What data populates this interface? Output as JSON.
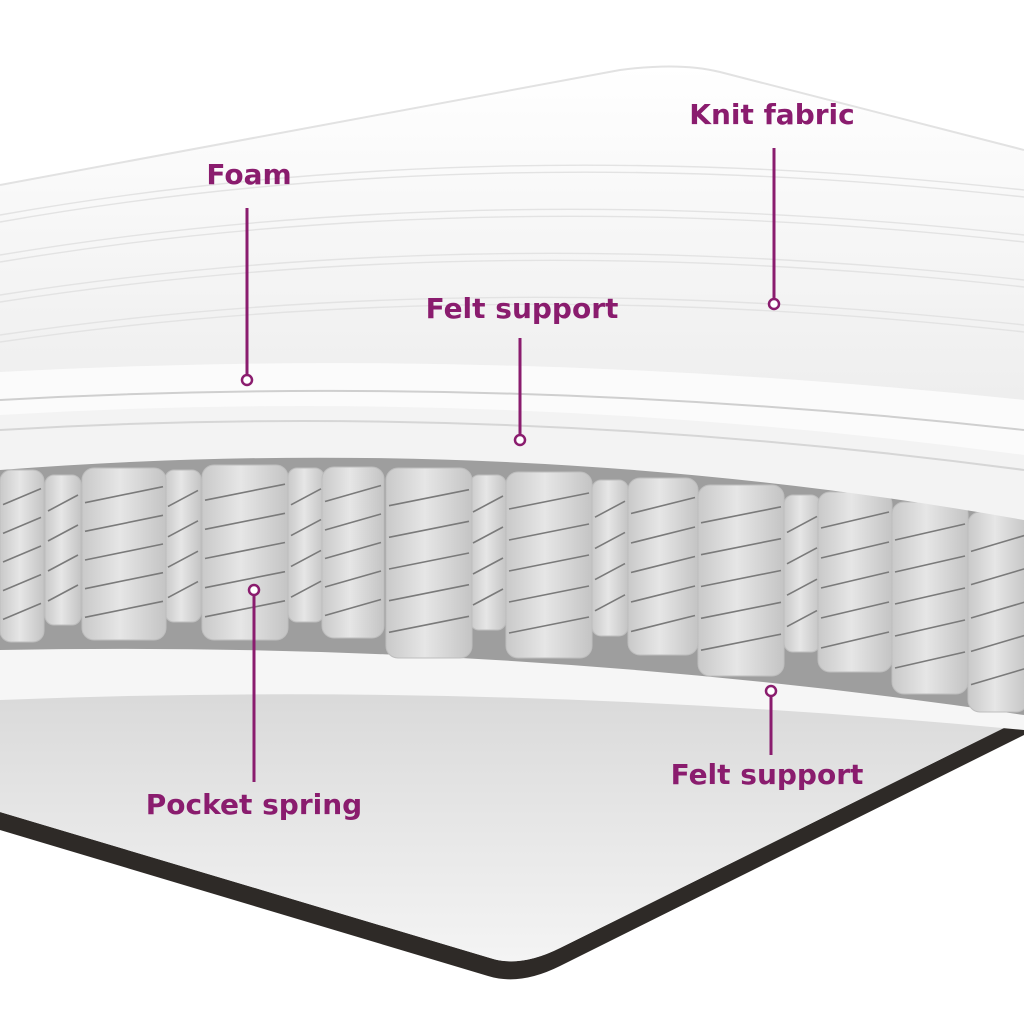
{
  "colors": {
    "accent": "#8a1c6e",
    "background": "#ffffff",
    "fabric": "#f1f1f1",
    "spring": "#dcdcdc",
    "spring_line": "#7a7a7a",
    "base_edge": "#2e2a27"
  },
  "callouts": {
    "knit_fabric": "Knit fabric",
    "foam": "Foam",
    "felt_support_top": "Felt support",
    "pocket_spring": "Pocket spring",
    "felt_support_bottom": "Felt support"
  }
}
